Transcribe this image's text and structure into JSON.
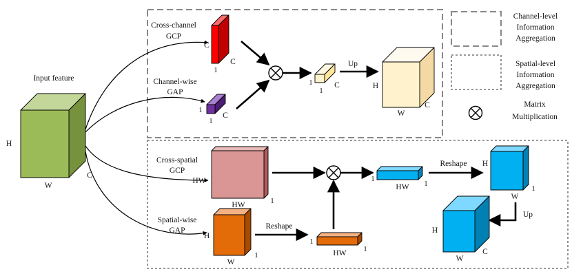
{
  "input": {
    "title": "Input feature",
    "h": "H",
    "w": "W",
    "c": "C"
  },
  "channel_branch": {
    "gcp_label": [
      "Cross-channel",
      "GCP"
    ],
    "gcp_c": "C",
    "gcp_one": "1",
    "gcp_c2": "C",
    "gap_label": [
      "Channel-wise",
      "GAP"
    ],
    "gap_one": "1",
    "gap_one2": "1",
    "gap_c": "C",
    "small_one": "1",
    "small_one2": "1",
    "small_c": "C",
    "up": "Up",
    "out_h": "H",
    "out_w": "W",
    "out_c": "C"
  },
  "spatial_branch": {
    "gcp_label": [
      "Cross-spatial",
      "GCP"
    ],
    "gcp_hw": "HW",
    "gcp_hw2": "HW",
    "gcp_one": "1",
    "gap_label": [
      "Spatial-wise",
      "GAP"
    ],
    "gap_h": "H",
    "gap_w": "W",
    "gap_one": "1",
    "reshape1": "Reshape",
    "bar1_one": "1",
    "bar1_hw": "HW",
    "bar1_one2": "1",
    "bar2_one": "1",
    "bar2_hw": "HW",
    "bar2_one2": "1",
    "reshape2": "Reshape",
    "map_h": "H",
    "map_w": "W",
    "map_one": "1",
    "up": "Up",
    "out_h": "H",
    "out_w": "W",
    "out_c": "C"
  },
  "legend": {
    "channel": [
      "Channel-level",
      "Information",
      "Aggregation"
    ],
    "spatial": [
      "Spatial-level",
      "Information",
      "Aggregation"
    ],
    "matrix": [
      "Matrix",
      "Multiplication"
    ]
  },
  "colors": {
    "input_green": "#9bbb59",
    "red": "#ff0000",
    "purple": "#7030a0",
    "cream": "#fff2cc",
    "pink": "#d99694",
    "orange": "#e36c09",
    "cyan": "#00b0f0"
  }
}
